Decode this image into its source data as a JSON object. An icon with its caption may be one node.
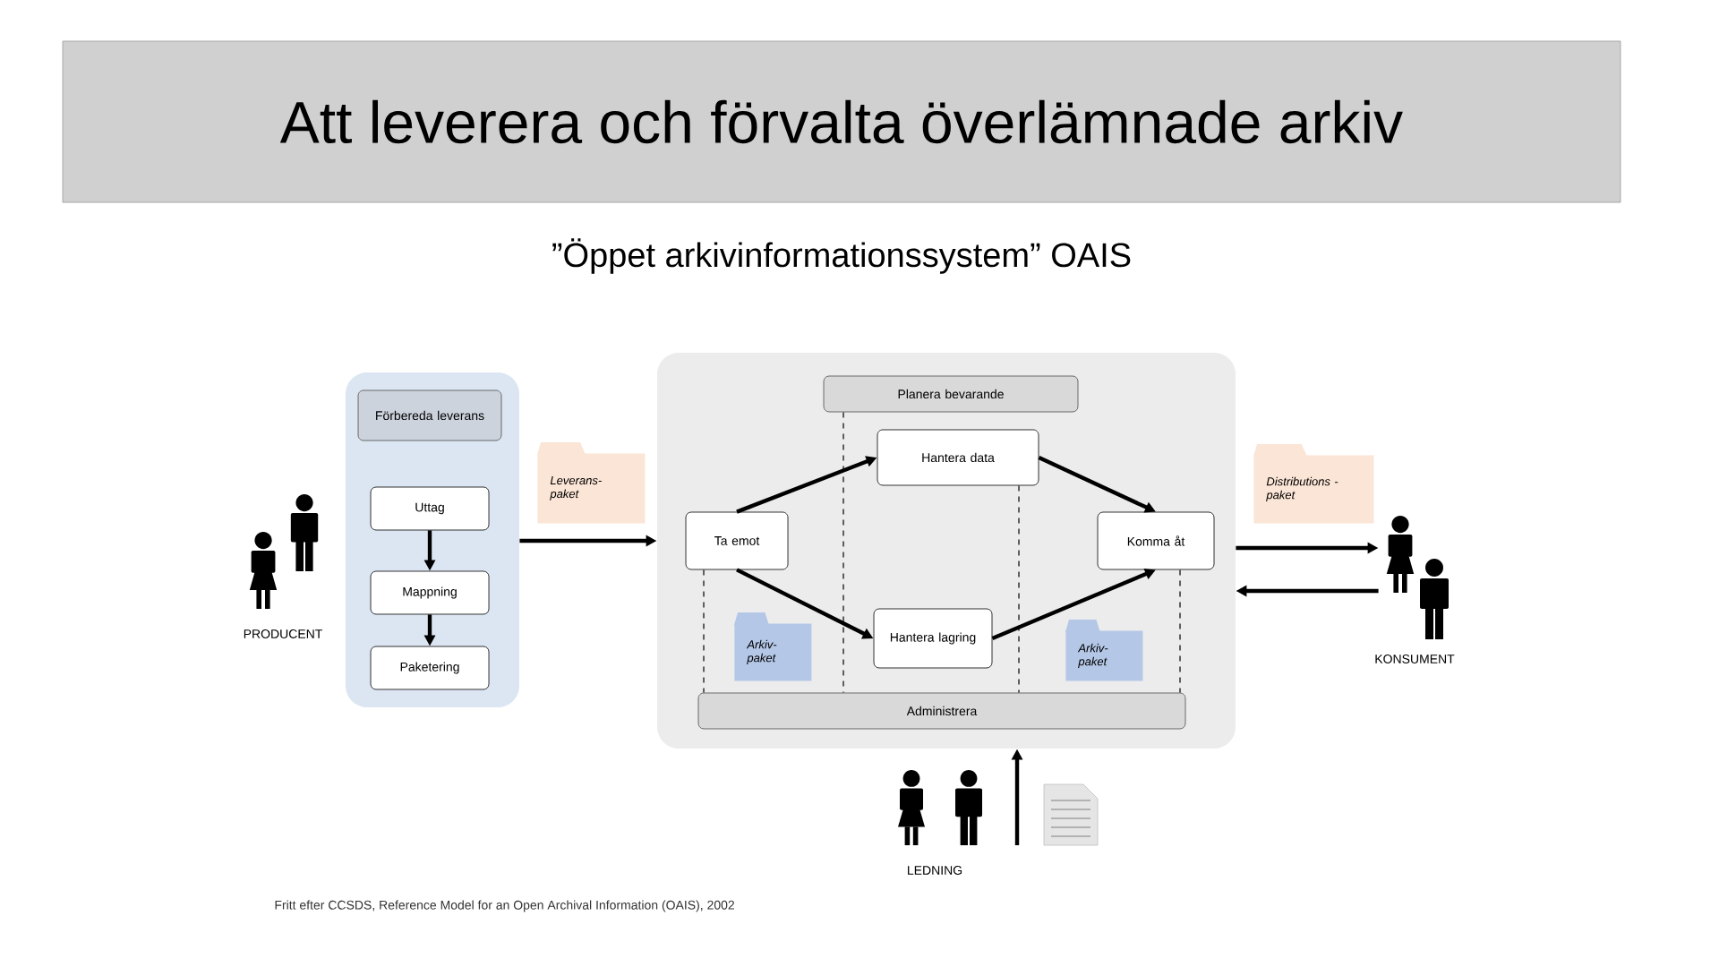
{
  "diagram": {
    "title": "Att leverera och förvalta överlämnade arkiv",
    "caption": "Fritt efter CCSDS, Reference Model for an Open Archival Information (OAIS), 2002",
    "nodes": [
      {
        "text": [],
        "shape": "box"
      },
      {
        "text": [
          "Förbereda leverans"
        ],
        "in": 0
      },
      {
        "text": [
          "Uttag"
        ],
        "in": 0
      },
      {
        "text": [
          "Mappning"
        ],
        "in": 0
      },
      {
        "text": [
          "Paketering"
        ],
        "in": 0
      },
      {
        "text": [],
        "shape": "box"
      },
      {
        "text": [
          "Planera bevarande"
        ],
        "in": 5
      },
      {
        "text": [
          "Hantera data"
        ],
        "in": 5
      },
      {
        "text": [
          "Ta emot"
        ],
        "in": 5
      },
      {
        "text": [
          "Komma åt"
        ],
        "in": 5
      },
      {
        "text": [
          "Hantera lagring"
        ],
        "in": 5
      },
      {
        "text": [
          "Administrera"
        ],
        "in": 5
      },
      {
        "text": [
          "Arkiv- paket"
        ],
        "in": 5
      },
      {
        "text": [
          "Arkiv- paket"
        ],
        "in": 5
      },
      {
        "text": [
          "Leverans- paket"
        ]
      },
      {
        "text": [
          "Distributions - paket"
        ]
      },
      {
        "text": [],
        "shape": "person",
        "beside": [
          "PRODUCENT"
        ]
      },
      {
        "text": [],
        "shape": "person",
        "beside": [
          "KONSUMENT"
        ]
      },
      {
        "text": [],
        "shape": "person",
        "beside": [
          "LEDNING"
        ]
      }
    ],
    "edges": [
      {
        "from": 2,
        "to": 3,
        "arrow": "to"
      },
      {
        "from": 3,
        "to": 4,
        "arrow": "to"
      },
      {
        "from": 0,
        "to": 5,
        "arrow": "to"
      },
      {
        "from": 8,
        "to": 7,
        "arrow": "to"
      },
      {
        "from": 8,
        "to": 10,
        "arrow": "to"
      },
      {
        "from": 7,
        "to": 9,
        "arrow": "to"
      },
      {
        "from": 10,
        "to": 9,
        "arrow": "to"
      },
      {
        "from": 6,
        "to": 11,
        "arrow": "none",
        "style": "dashed"
      },
      {
        "from": 7,
        "to": 11,
        "arrow": "none",
        "style": "dashed"
      },
      {
        "from": 8,
        "to": 11,
        "arrow": "none",
        "style": "dashed"
      },
      {
        "from": 9,
        "to": 11,
        "arrow": "none",
        "style": "dashed"
      },
      {
        "from": 5,
        "to": 17,
        "arrow": "to"
      },
      {
        "from": 17,
        "to": 5,
        "arrow": "to"
      },
      {
        "from": null,
        "to": 5,
        "arrow": "to"
      }
    ],
    "labels": [
      "”Öppet arkivinformationssystem” OAIS"
    ]
  }
}
